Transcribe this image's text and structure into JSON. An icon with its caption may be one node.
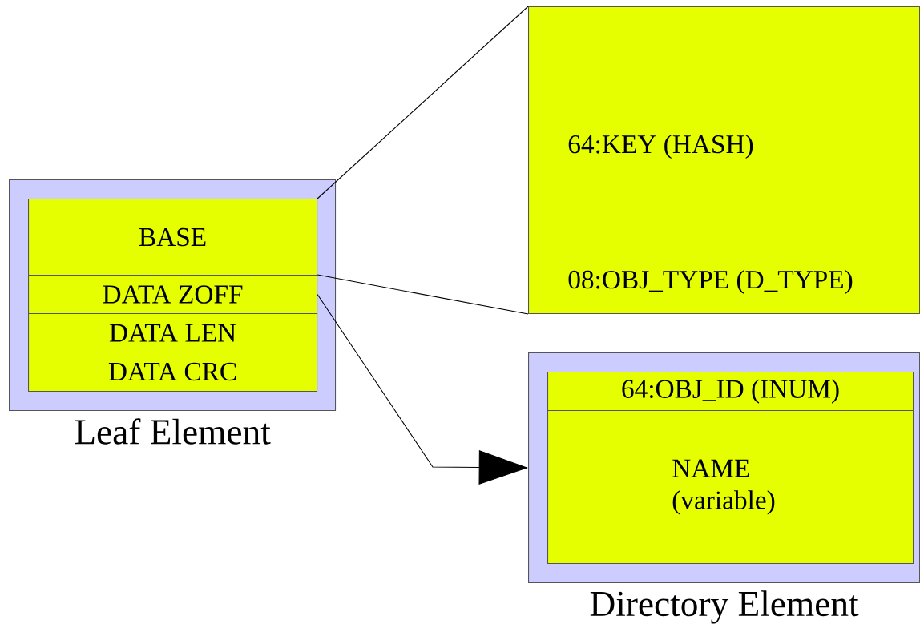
{
  "diagram": {
    "nodes": [
      {
        "text": [
          "Leaf Element"
        ]
      },
      {
        "text": [
          "BASE"
        ],
        "in": 0
      },
      {
        "text": [
          "DATA ZOFF"
        ],
        "in": 0
      },
      {
        "text": [
          "DATA LEN"
        ],
        "in": 0
      },
      {
        "text": [
          "DATA CRC"
        ],
        "in": 0
      },
      {
        "text": [
          "64:KEY (HASH)",
          "08:OBJ_TYPE (D_TYPE)"
        ]
      },
      {
        "text": [
          "Directory Element"
        ]
      },
      {
        "text": [
          "64:OBJ_ID (INUM)"
        ],
        "in": 6
      },
      {
        "text": [
          "NAME (variable)"
        ],
        "in": 6
      }
    ],
    "edges": [
      {
        "from": 1,
        "to": 5,
        "arrow": "none"
      },
      {
        "from": 2,
        "to": 5,
        "arrow": "none"
      },
      {
        "from": 2,
        "to": 6,
        "arrow": "to"
      }
    ]
  }
}
